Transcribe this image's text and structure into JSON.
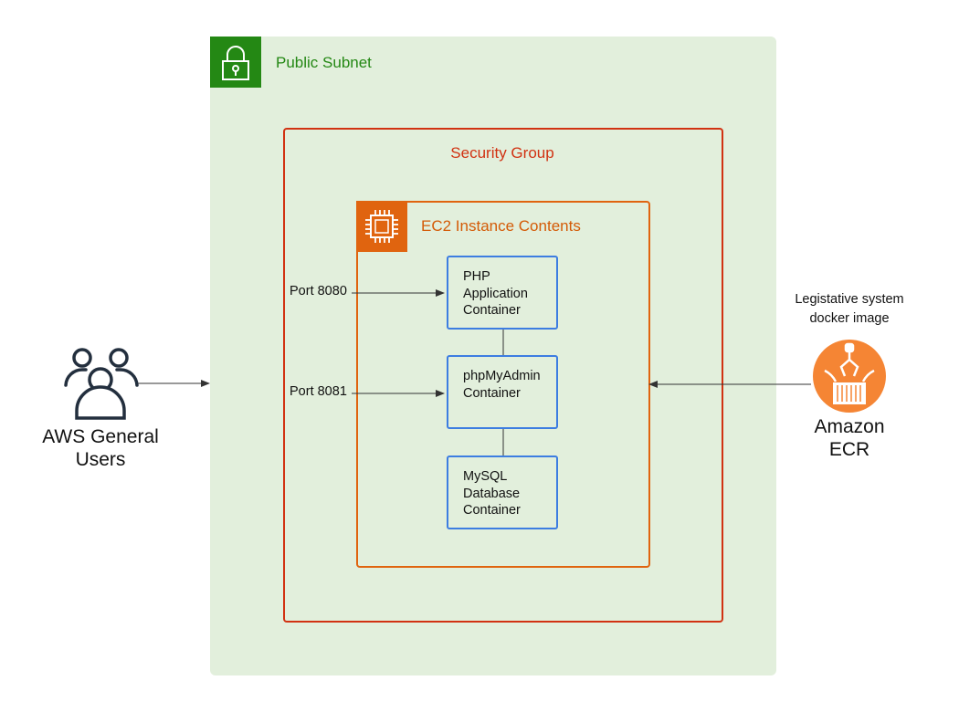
{
  "public_subnet": {
    "label": "Public Subnet",
    "color": "#248814",
    "icon": "padlock-icon"
  },
  "security_group": {
    "label": "Security Group",
    "color": "#d13212"
  },
  "ec2": {
    "label": "EC2 Instance Contents",
    "color": "#e0640f",
    "icon": "chip-icon"
  },
  "containers": {
    "php": {
      "lines": [
        "PHP",
        "Application",
        "Container"
      ]
    },
    "phpmyadmin": {
      "lines": [
        "phpMyAdmin",
        "Container"
      ]
    },
    "mysql": {
      "lines": [
        "MySQL",
        "Database",
        "Container"
      ]
    }
  },
  "ports": {
    "p8080": "Port 8080",
    "p8081": "Port 8081"
  },
  "users": {
    "lines": [
      "AWS General",
      "Users"
    ],
    "icon": "users-icon"
  },
  "ecr": {
    "caption_lines": [
      "Legistative system",
      "docker image"
    ],
    "lines": [
      "Amazon",
      "ECR"
    ],
    "icon": "ecr-icon",
    "color": "#f58534"
  }
}
